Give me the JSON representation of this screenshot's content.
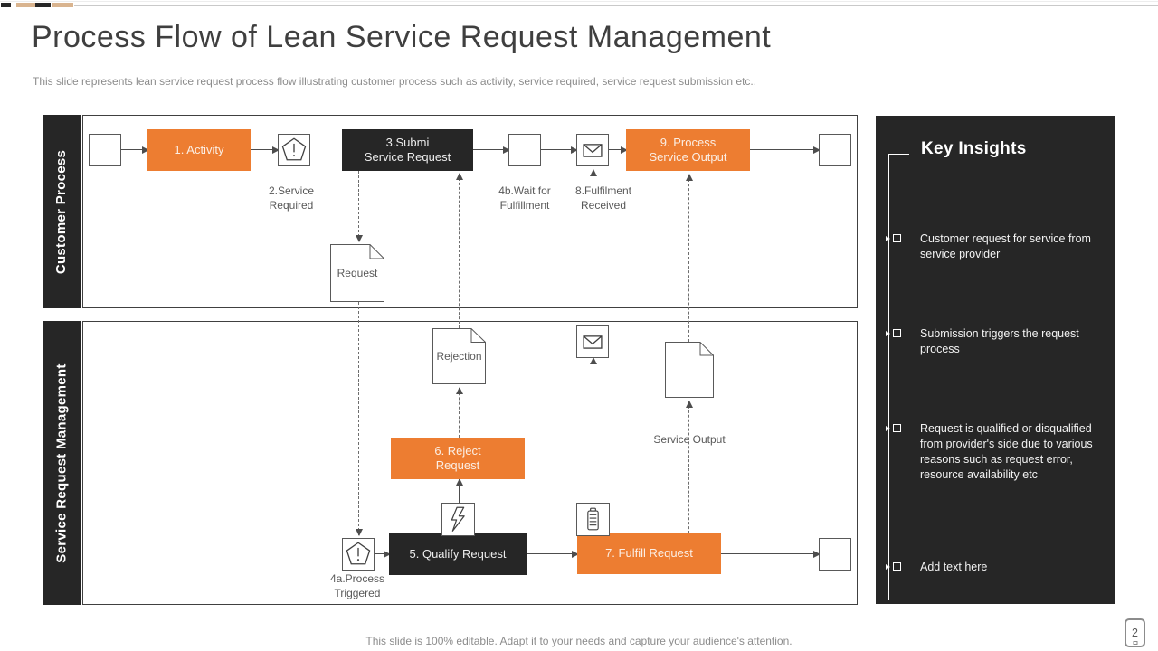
{
  "slide": {
    "title": "Process Flow of Lean Service Request Management",
    "subtitle": "This slide represents lean service request process flow illustrating customer process such as activity, service required, service request submission etc..",
    "footer": "This slide is 100% editable. Adapt it to your needs and capture your audience's attention.",
    "page_number": "2"
  },
  "colors": {
    "accent_orange": "#ED7D31",
    "dark": "#262626",
    "tan": "#D9B48F",
    "line": "#4d4d4d"
  },
  "lanes": [
    {
      "label": "Customer Process"
    },
    {
      "label": "Service Request Management"
    }
  ],
  "nodes": {
    "activity": "1. Activity",
    "submit": "3.Submi\nService  Request",
    "process_output": "9. Process\nService  Output",
    "reject": "6. Reject\nRequest",
    "qualify": "5. Qualify  Request",
    "fulfill": "7. Fulfill  Request",
    "doc_request": "Request",
    "doc_rejection": "Rejection"
  },
  "labels": {
    "service_required": "2.Service\nRequired",
    "wait_for_fulfillment": "4b.Wait for\nFulfillment",
    "fulfilment_received": "8.Fulfilment\nReceived",
    "process_triggered": "4a.Process\nTriggered",
    "service_output": "Service  Output"
  },
  "key_insights": {
    "title": "Key Insights",
    "items": [
      {
        "text": "Customer request for service from service  provider"
      },
      {
        "text": "Submission triggers the request  process"
      },
      {
        "text": "Request is qualified or disqualified from provider's side due to various  reasons such as request  error, resource  availability  etc"
      },
      {
        "text": "Add text here"
      }
    ]
  }
}
